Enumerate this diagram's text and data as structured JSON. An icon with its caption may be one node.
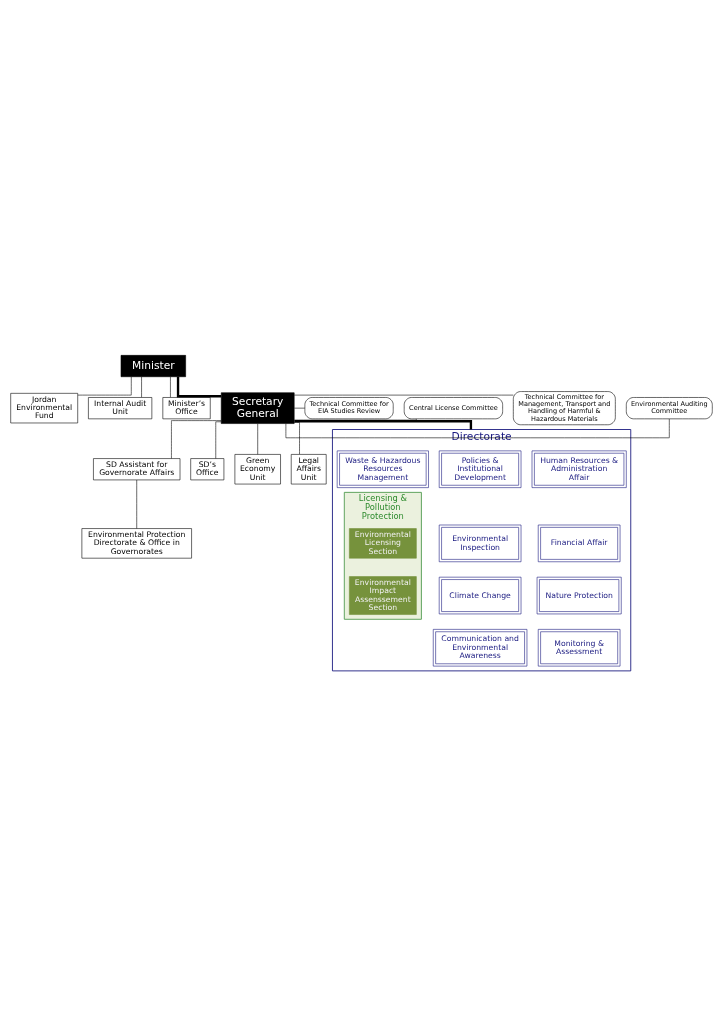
{
  "diagram": {
    "nodes": [
      {
        "text": [
          "Minister"
        ]
      },
      {
        "text": [
          "Jordan Environmental Fund"
        ]
      },
      {
        "text": [
          "Internal Audit Unit"
        ]
      },
      {
        "text": [
          "Minister’s Office"
        ]
      },
      {
        "text": [
          "Secretary General"
        ]
      },
      {
        "text": [
          "Environmental Auditing Committee"
        ]
      },
      {
        "text": [
          "Technical Committee for Management, Transport and Handling of Harmful & Hazardous Materials"
        ]
      },
      {
        "text": [
          "Central License Committee"
        ]
      },
      {
        "text": [
          "Technical Committee for EIA Studies Review"
        ]
      },
      {
        "text": [
          "SD Assistant for Governorate Affairs"
        ]
      },
      {
        "text": [
          "SD’s Office"
        ]
      },
      {
        "text": [
          "Green Economy Unit"
        ]
      },
      {
        "text": [
          "Legal Affairs Unit"
        ]
      },
      {
        "text": [
          "Environmental Protection Directorate & Office in Governorates"
        ]
      },
      {
        "text": [
          "Directorate"
        ]
      },
      {
        "text": [
          "Human Resources & Administration Affair"
        ],
        "in": 14
      },
      {
        "text": [
          "Policies & Institutional Development"
        ],
        "in": 14
      },
      {
        "text": [
          "Waste & Hazardous Resources Management"
        ],
        "in": 14
      },
      {
        "text": [
          "Financial Affair"
        ],
        "in": 14
      },
      {
        "text": [
          "Environmental Inspection"
        ],
        "in": 14
      },
      {
        "text": [
          "Licensing & Pollution Protection"
        ],
        "in": 14
      },
      {
        "text": [
          "Environmental Licensing Section"
        ],
        "in": 20
      },
      {
        "text": [
          "Environmental Impact Assenssement Section"
        ],
        "in": 20
      },
      {
        "text": [
          "Nature Protection"
        ],
        "in": 14
      },
      {
        "text": [
          "Climate Change"
        ],
        "in": 14
      },
      {
        "text": [
          "Monitoring & Assessment"
        ],
        "in": 14
      },
      {
        "text": [
          "Communication and Environmental Awareness"
        ],
        "in": 14
      }
    ],
    "edges": [
      {
        "from": 0,
        "to": 1,
        "arrow": "none"
      },
      {
        "from": 0,
        "to": 2,
        "arrow": "none"
      },
      {
        "from": 0,
        "to": 3,
        "arrow": "none"
      },
      {
        "from": 0,
        "to": 4,
        "arrow": "none",
        "style": "thick"
      },
      {
        "from": 4,
        "to": 5,
        "arrow": "none"
      },
      {
        "from": 4,
        "to": 6,
        "arrow": "none"
      },
      {
        "from": 4,
        "to": 7,
        "arrow": "none"
      },
      {
        "from": 4,
        "to": 8,
        "arrow": "none"
      },
      {
        "from": 4,
        "to": 9,
        "arrow": "none"
      },
      {
        "from": 4,
        "to": 10,
        "arrow": "none"
      },
      {
        "from": 4,
        "to": 11,
        "arrow": "none"
      },
      {
        "from": 4,
        "to": 12,
        "arrow": "none"
      },
      {
        "from": 9,
        "to": 13,
        "arrow": "none"
      },
      {
        "from": 4,
        "to": 14,
        "arrow": "none",
        "style": "thick"
      }
    ]
  }
}
